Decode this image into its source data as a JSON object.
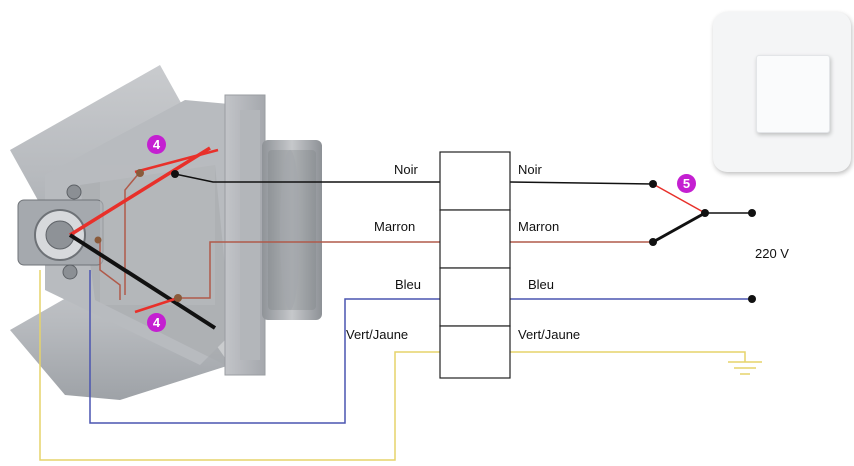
{
  "diagram": {
    "left_labels": [
      "Noir",
      "Marron",
      "Bleu",
      "Vert/Jaune"
    ],
    "right_labels": [
      "Noir",
      "Marron",
      "Bleu",
      "Vert/Jaune"
    ],
    "voltage": "220 V",
    "badges": {
      "top": "4",
      "bottom": "4",
      "switch": "5"
    },
    "wire_colors": {
      "noir": "#111111",
      "marron": "#b05a4a",
      "bleu": "#4a55b0",
      "vert_jaune": "#e6d36a",
      "switch_red": "#e8302a"
    }
  }
}
